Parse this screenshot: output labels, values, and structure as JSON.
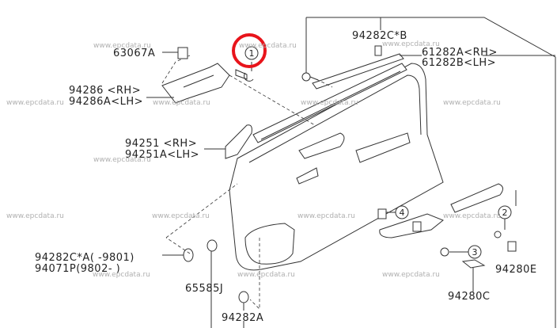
{
  "watermark": "www.epcdata.ru",
  "labels": {
    "p63067a": "63067A",
    "p94286_rh": "94286 <RH>",
    "p94286a_lh": "94286A<LH>",
    "p94251_rh": "94251 <RH>",
    "p94251a_lh": "94251A<LH>",
    "p94282cb": "94282C*B",
    "p61282a_rh": "61282A<RH>",
    "p61282b_lh": "61282B<LH>",
    "p94282ca": "94282C*A( -9801)",
    "p94071p": "94071P(9802- )",
    "p65585j": "65585J",
    "p94282a": "94282A",
    "p94280c": "94280C",
    "p94280e": "94280E"
  },
  "callouts": {
    "c1": "1",
    "c2": "2",
    "c3": "3",
    "c4": "4"
  },
  "highlight_color": "#e8141b"
}
